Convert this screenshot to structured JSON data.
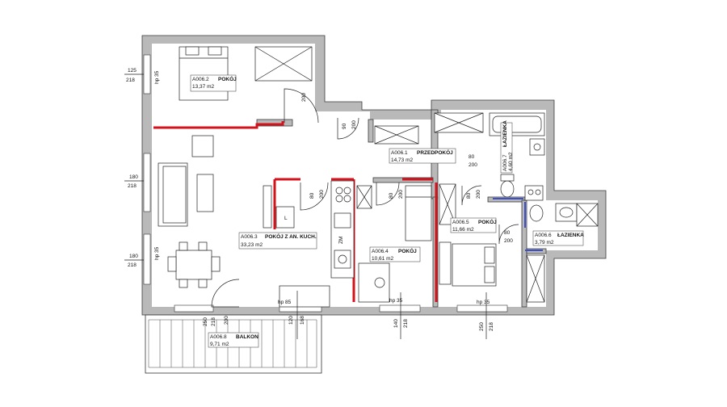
{
  "rooms": [
    {
      "code": "A006.2",
      "name": "POKÓJ",
      "area": "13,37 m2"
    },
    {
      "code": "A006.1",
      "name": "PRZEDPOKÓJ",
      "area": "14,73 m2"
    },
    {
      "code": "A006.3",
      "name": "POKÓJ Z AN. KUCH.",
      "area": "33,23 m2"
    },
    {
      "code": "A006.4",
      "name": "POKÓJ",
      "area": "10,61 m2"
    },
    {
      "code": "A006.5",
      "name": "POKÓJ",
      "area": "11,66 m2"
    },
    {
      "code": "A006.6",
      "name": "ŁAZIENKA",
      "area": "3,79 m2"
    },
    {
      "code": "A006.7",
      "name": "ŁAZIENKA",
      "area": "4,60 m2"
    },
    {
      "code": "A006.8",
      "name": "BALKON",
      "area": "9,71 m2"
    }
  ],
  "window_dims": [
    {
      "top": "125",
      "bottom": "218",
      "hp": "hp 35"
    },
    {
      "top": "180",
      "bottom": "218"
    },
    {
      "top": "180",
      "bottom": "218",
      "hp": "hp 35"
    }
  ],
  "bottom_dims": {
    "balcony_door": "250",
    "balcony_door_h": "218",
    "w1": "120",
    "w1h": "168",
    "w1hp": "hp 85",
    "w2": "140",
    "w2h": "218",
    "w2hp": "hp 35",
    "w3": "250",
    "w3h": "218",
    "w3hp": "hp 35"
  },
  "door_dims": {
    "d200": "200",
    "d90": "90",
    "d80": "80"
  },
  "kitchen_mark": "ZM",
  "fridge_mark": "L"
}
